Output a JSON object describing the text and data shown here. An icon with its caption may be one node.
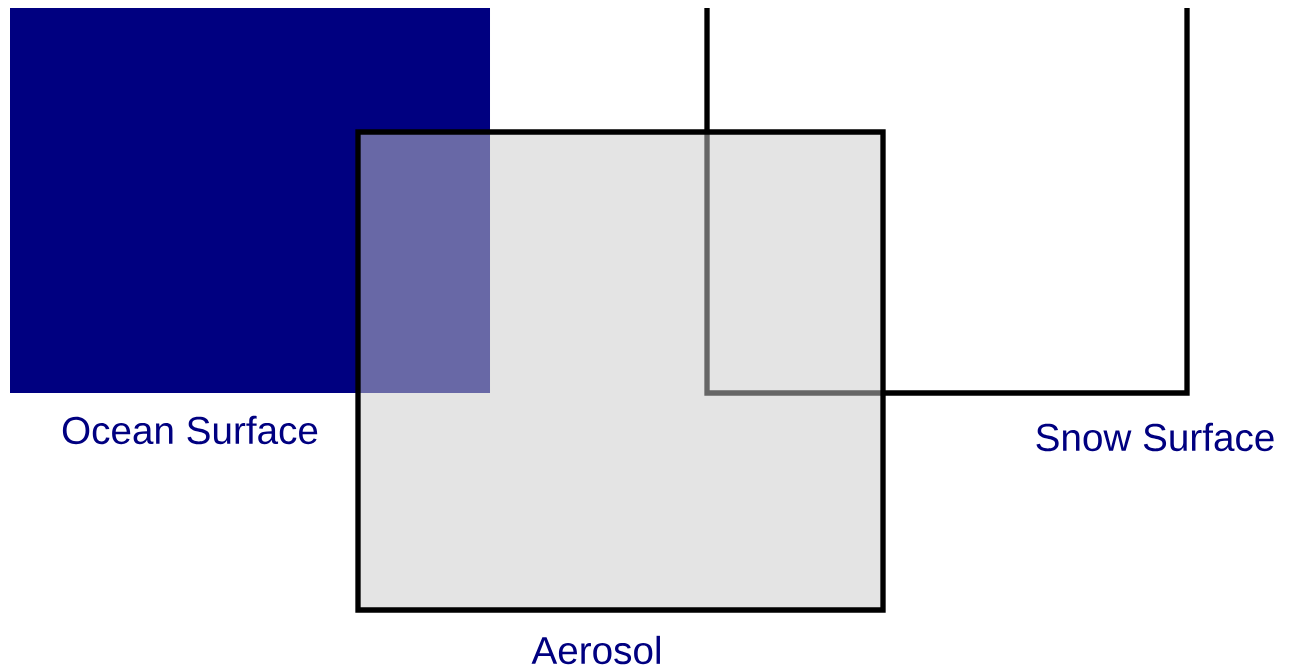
{
  "diagram": {
    "nodes": [
      {
        "text": [
          "Ocean Surface"
        ]
      },
      {
        "text": [
          "Snow Surface"
        ]
      },
      {
        "text": [
          "Aerosol"
        ]
      }
    ]
  }
}
